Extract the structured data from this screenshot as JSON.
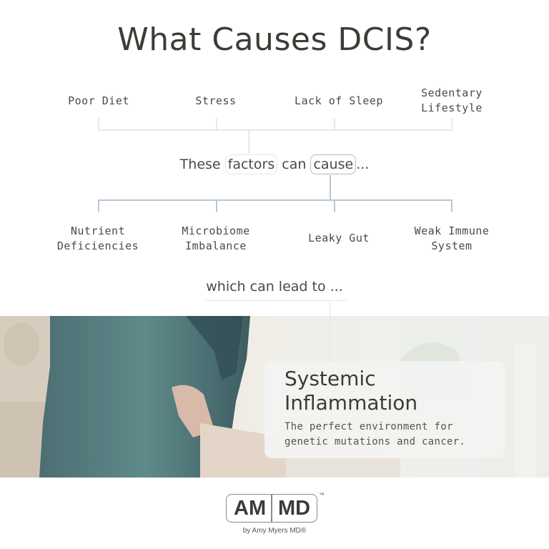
{
  "title": "What Causes DCIS?",
  "causes": [
    {
      "line1": "Poor Diet",
      "line2": ""
    },
    {
      "line1": "Stress",
      "line2": ""
    },
    {
      "line1": "Lack of Sleep",
      "line2": ""
    },
    {
      "line1": "Sedentary",
      "line2": "Lifestyle"
    }
  ],
  "middle": {
    "these": "These",
    "factors": "factors",
    "can": "can",
    "cause": "cause",
    "ellipsis": "..."
  },
  "effects": [
    {
      "line1": "Nutrient",
      "line2": "Deficiencies"
    },
    {
      "line1": "Microbiome",
      "line2": "Imbalance"
    },
    {
      "line1": "Leaky Gut",
      "line2": ""
    },
    {
      "line1": "Weak Immune",
      "line2": "System"
    }
  ],
  "lead_text": "which can lead to ...",
  "result": {
    "title_line1": "Systemic",
    "title_line2": "Inflammation",
    "desc_line1": "The perfect environment for",
    "desc_line2": "genetic mutations and cancer."
  },
  "logo": {
    "left": "AM",
    "right": "MD",
    "trademark": "™",
    "byline": "by Amy Myers MD®"
  },
  "colors": {
    "text": "#3d3d37",
    "connector_top": "#ece9df",
    "connector_bottom": "#b9c7d4",
    "card_bg": "#f3f3f1"
  }
}
